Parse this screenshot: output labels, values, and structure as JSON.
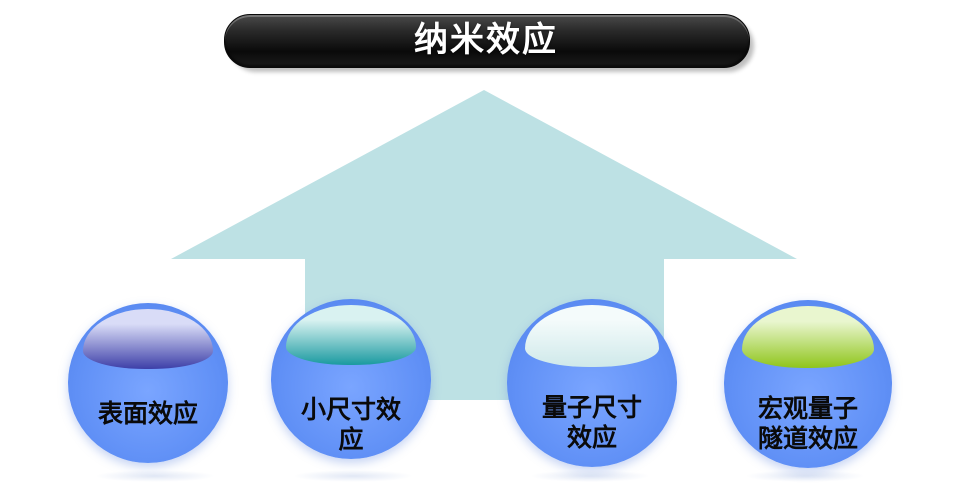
{
  "title": "纳米效应",
  "colors": {
    "arrow": "#bde1e4",
    "circle": "#6692f7",
    "title_bg": "#111111"
  },
  "effects": [
    {
      "label": "表面效应",
      "gloss": [
        "#d9dcf7",
        "#3d3fa8"
      ]
    },
    {
      "label": "小尺寸效应",
      "gloss": [
        "#d9f2f1",
        "#1a9aa0"
      ]
    },
    {
      "label": "量子尺寸效应",
      "gloss": [
        "#f4fbfb",
        "#cfe9ea"
      ]
    },
    {
      "label": "宏观量子隧道效应",
      "gloss": [
        "#e9f6cf",
        "#8fc51b"
      ]
    }
  ]
}
